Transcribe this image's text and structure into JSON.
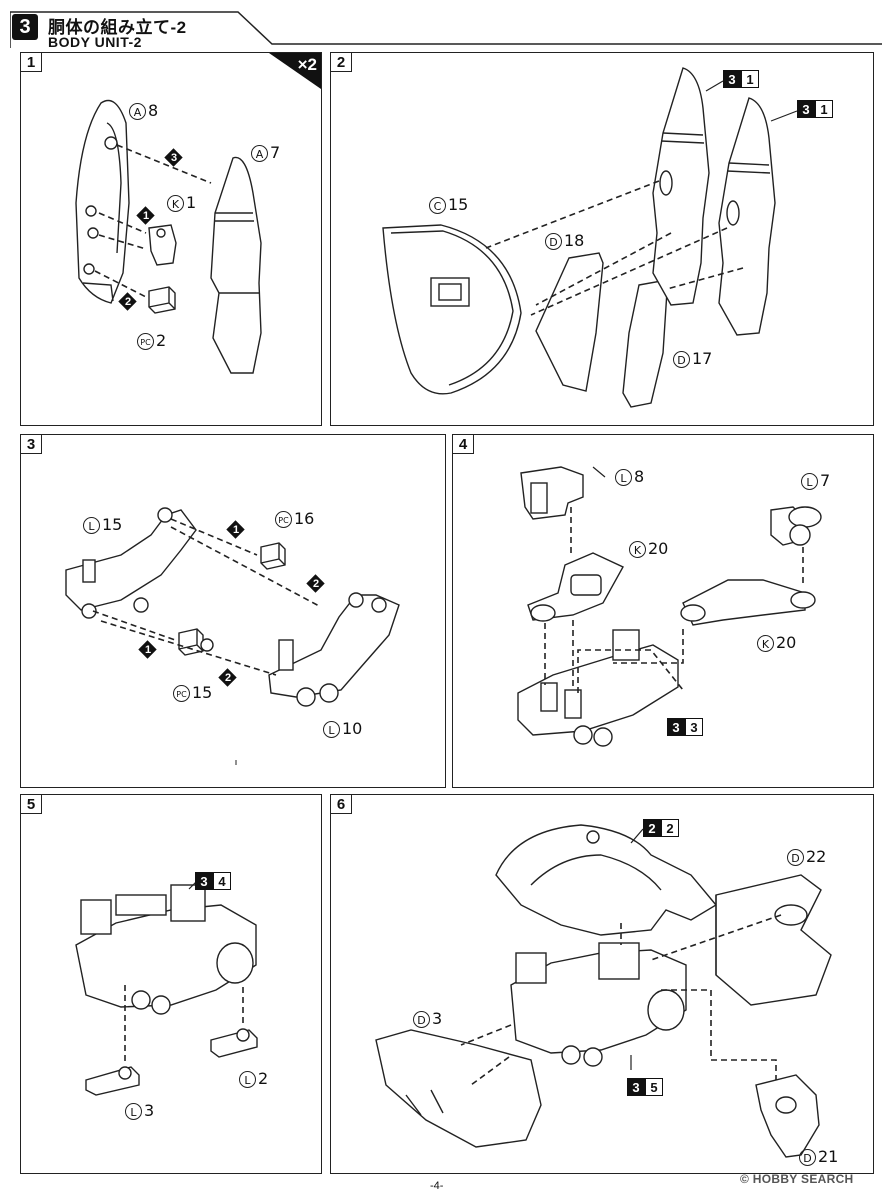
{
  "header": {
    "step_number": "3",
    "title_jp": "胴体の組み立て-2",
    "title_en": "BODY UNIT-2"
  },
  "panels": {
    "p1": {
      "number": "1",
      "multiplier": "×2",
      "labels": {
        "a8": "8",
        "a7": "7",
        "k1": "1",
        "pc2": "2"
      },
      "runners": {
        "A": "A",
        "K": "K",
        "PC": "PC"
      },
      "steps": [
        "3",
        "1",
        "2"
      ]
    },
    "p2": {
      "number": "2",
      "labels": {
        "c15": "15",
        "d18": "18",
        "d17": "17"
      },
      "runners": {
        "C": "C",
        "D": "D"
      },
      "refs": [
        [
          "3",
          "1"
        ],
        [
          "3",
          "1"
        ]
      ]
    },
    "p3": {
      "number": "3",
      "labels": {
        "l15": "15",
        "pc16": "16",
        "pc15": "15",
        "l10": "10"
      },
      "runners": {
        "L": "L",
        "PC": "PC"
      },
      "steps": [
        "1",
        "2",
        "1",
        "2"
      ]
    },
    "p4": {
      "number": "4",
      "labels": {
        "l8": "8",
        "l7": "7",
        "k20a": "20",
        "k20b": "20"
      },
      "runners": {
        "L": "L",
        "K": "K"
      },
      "refs": [
        [
          "3",
          "3"
        ]
      ]
    },
    "p5": {
      "number": "5",
      "labels": {
        "l3": "3",
        "l2": "2"
      },
      "runners": {
        "L": "L"
      },
      "refs": [
        [
          "3",
          "4"
        ]
      ]
    },
    "p6": {
      "number": "6",
      "labels": {
        "d22": "22",
        "d3": "3",
        "d21": "21"
      },
      "runners": {
        "D": "D"
      },
      "refs": [
        [
          "2",
          "2"
        ],
        [
          "3",
          "5"
        ]
      ]
    }
  },
  "footer": {
    "page": "-4-",
    "watermark": "© HOBBY SEARCH"
  }
}
